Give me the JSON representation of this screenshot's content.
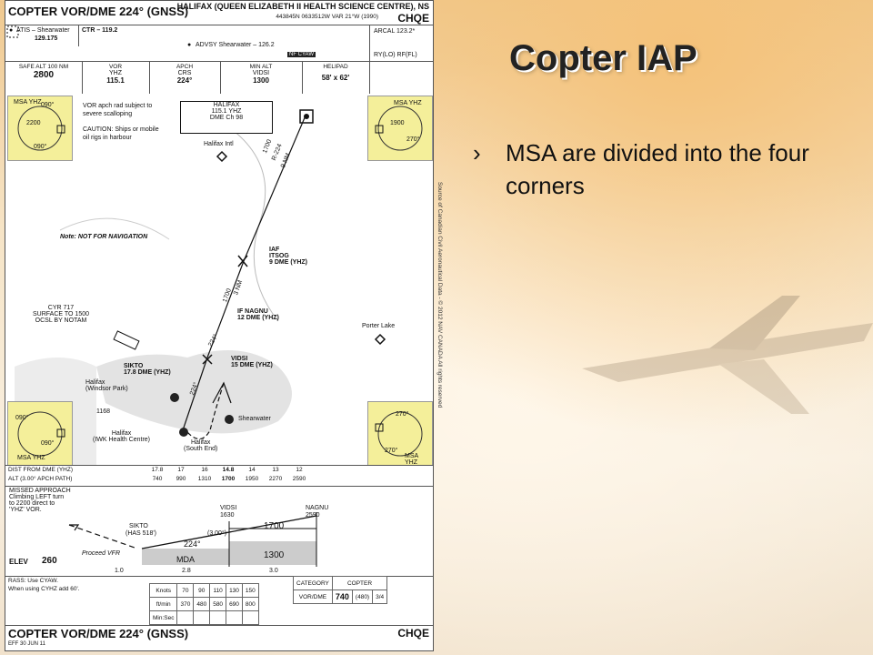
{
  "slide": {
    "title": "Copter IAP",
    "bullet_marker": "›",
    "bullet": "MSA are divided into the four corners"
  },
  "chart": {
    "title": "COPTER VOR/DME 224° (GNSS)",
    "location": "HALIFAX (QUEEN ELIZABETH II HEALTH SCIENCE CENTRE), NS",
    "coords": "443845N 0633512W VAR 21°W (1990)",
    "id": "CHQE",
    "atis_label": "ATIS – Shearwater",
    "atis_freq": "129.175",
    "ctr": "CTR – 119.2",
    "advsy": "ADVSY Shearwater – 126.2",
    "nf": "NF CYAW",
    "arcal": "ARCAL 123.2*",
    "lights": "RY(LO) RF(FL)",
    "safe_alt_label": "SAFE ALT 100 NM",
    "safe_alt": "2800",
    "vor_label": "VOR",
    "vor_id": "YHZ",
    "vor_freq": "115.1",
    "apch_label": "APCH",
    "apch_crs_label": "CRS",
    "apch_crs": "224°",
    "minalt_label": "MIN ALT",
    "minalt_fix": "VIDSI",
    "minalt": "1300",
    "helipad_label": "HELIPAD",
    "helipad": "58' x 62'",
    "plan": {
      "vor_note1": "VOR apch rad subject to",
      "vor_note2": "severe scalloping",
      "caution1": "CAUTION: Ships or mobile",
      "caution2": "oil rigs in harbour",
      "halifax_box1": "HALIFAX",
      "halifax_box2": "115.1 YHZ",
      "halifax_box3": "DME Ch 98",
      "halifax_intl": "Halifax Intl",
      "note": "Note: NOT FOR NAVIGATION",
      "iaf": "IAF",
      "itsog": "ITSOG",
      "itsog_dme": "9 DME (YHZ)",
      "ifn": "IF NAGNU",
      "ifn_dme": "12 DME (YHZ)",
      "vidsi": "VIDSI",
      "vidsi_dme": "15 DME (YHZ)",
      "sikto": "SIKTO",
      "sikto_dme": "17.8 DME (YHZ)",
      "cyr1": "CYR 717",
      "cyr2": "SURFACE TO 1500",
      "cyr3": "OCSL BY NOTAM",
      "porter": "Porter Lake",
      "windsor1": "Halifax",
      "windsor2": "(Windsor Park)",
      "spot": "1168",
      "iwk1": "Halifax",
      "iwk2": "(IWK Health Centre)",
      "south1": "Halifax",
      "south2": "(South End)",
      "shearwater": "Shearwater",
      "leg1_alt": "1700",
      "leg1_rad": "R-224",
      "leg1_dist": "9 NM",
      "leg2_alt": "1700",
      "leg2_dist": "3 NM",
      "leg3_crs": "224°",
      "leg4_crs": "224°",
      "msa_tl_alt": "2200",
      "msa_tl_b1": "090°",
      "msa_tl_b2": "090°",
      "msa_tr_alt": "1900",
      "msa_tr_b": "270°",
      "msa_tag": "MSA YHZ",
      "msa_bl_b1": "090°",
      "msa_bl_b2": "090°",
      "msa_br_b1": "270°",
      "msa_br_b2": "270°"
    },
    "dist_label": "DIST FROM DME (YHZ)",
    "alt_label": "ALT (3.00° APCH PATH)",
    "dists": [
      "17.8",
      "17",
      "16",
      "14.8",
      "14",
      "13",
      "12"
    ],
    "alts": [
      "740",
      "990",
      "1310",
      "1700",
      "1950",
      "2270",
      "2590"
    ],
    "missed1": "MISSED APPROACH",
    "missed2": "Climbing LEFT turn",
    "missed3": "to 2200 direct to",
    "missed4": "'YHZ' VOR.",
    "prof_vidsi": "VIDSI",
    "prof_vidsi_alt": "1630",
    "prof_nagnu": "NAGNU",
    "prof_nagnu_alt": "2590",
    "prof_sikto": "SIKTO",
    "prof_sikto_has": "(HAS 518')",
    "prof_gs": "(3.00°)",
    "prof_crs": "224°",
    "prof_1700": "1700",
    "prof_1300": "1300",
    "prof_mda": "MDA",
    "proceed_vfr": "Proceed VFR",
    "elev_label": "ELEV",
    "elev": "260",
    "seg1": "1.0",
    "seg2": "2.8",
    "seg3": "3.0",
    "rass1": "RASS: Use CYAW.",
    "rass2": "When using CYHZ add 60'.",
    "knots_label": "Knots",
    "knots": [
      "70",
      "90",
      "110",
      "130",
      "150"
    ],
    "ftmin_label": "ft/min",
    "ftmin": [
      "370",
      "480",
      "580",
      "690",
      "800"
    ],
    "minsec_label": "Min:Sec",
    "category_label": "CATEGORY",
    "copter_label": "COPTER",
    "vordme_label": "VOR/DME",
    "mda_value": "740",
    "mda_hat": "(480)",
    "vis": "3/4",
    "footer_title": "COPTER VOR/DME 224° (GNSS)",
    "footer_eff": "EFF 30 JUN 11",
    "footer_id": "CHQE",
    "source": "Source of Canadian Civil Aeronautical Data - © 2012 NAV CANADA All rights reserved"
  }
}
